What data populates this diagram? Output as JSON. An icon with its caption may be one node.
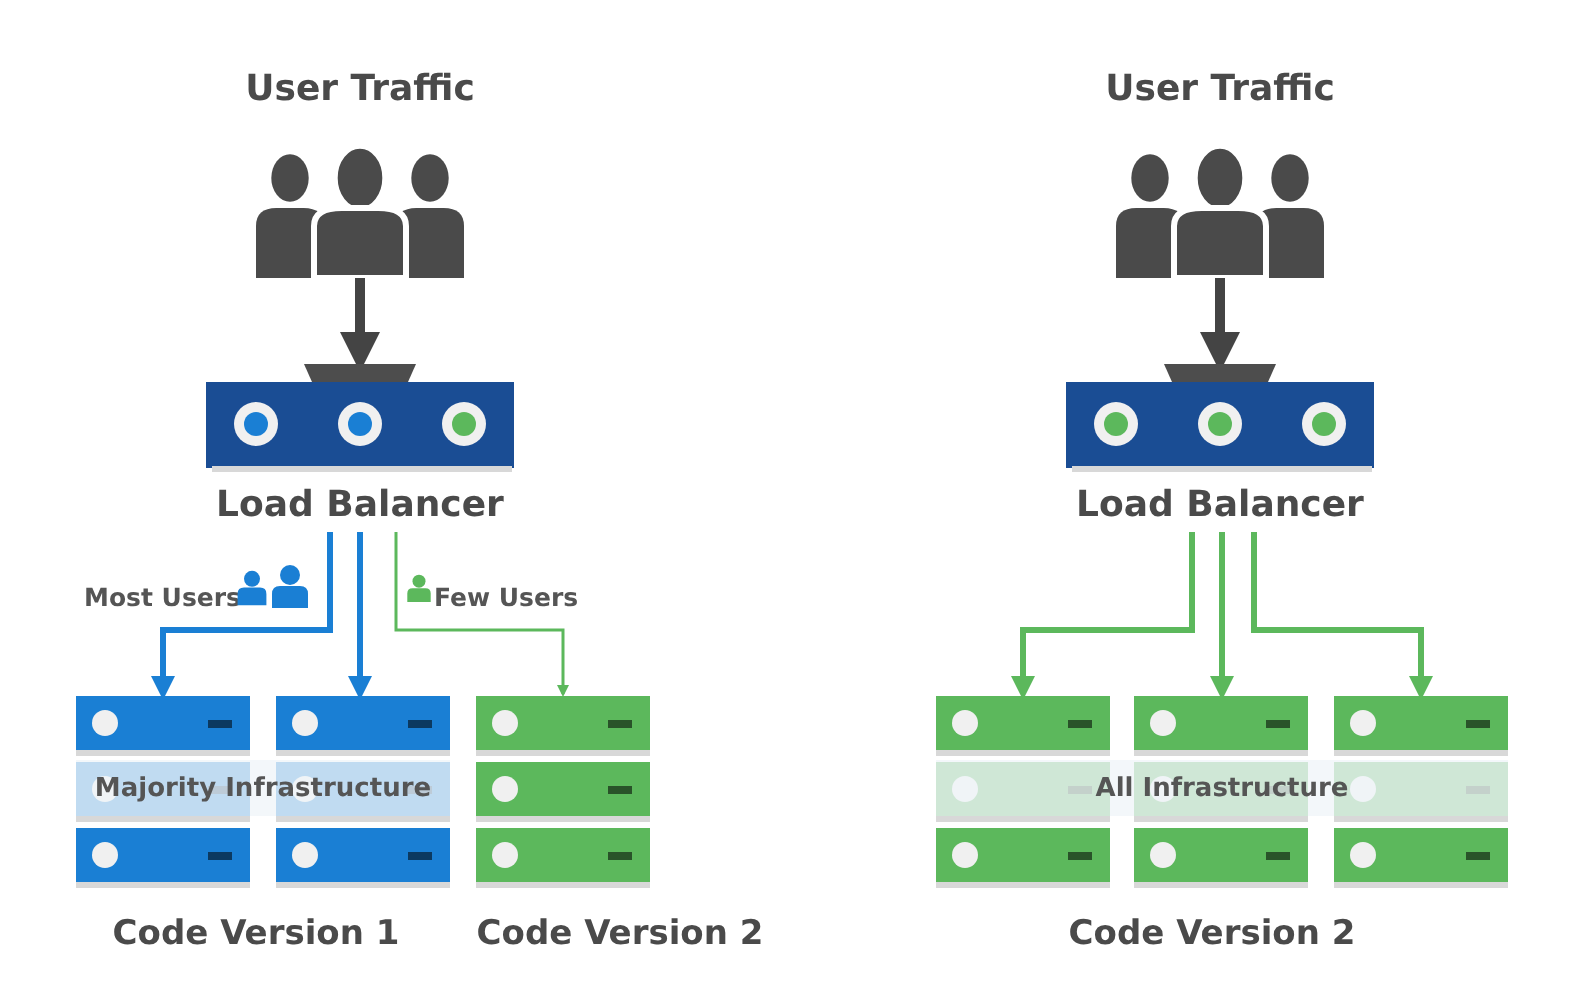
{
  "diagram": {
    "nodes": [
      {
        "text": [
          "User Traffic"
        ]
      },
      {
        "text": [
          "Load Balancer"
        ]
      },
      {
        "text": [],
        "shape": "server"
      },
      {
        "text": [],
        "shape": "server"
      },
      {
        "text": [],
        "shape": "server"
      },
      {
        "text": [
          "Majority Infrastructure"
        ]
      },
      {
        "text": [
          "User Traffic"
        ]
      },
      {
        "text": [
          "Load Balancer"
        ]
      },
      {
        "text": [],
        "shape": "server"
      },
      {
        "text": [],
        "shape": "server"
      },
      {
        "text": [],
        "shape": "server"
      },
      {
        "text": [
          "All Infrastructure"
        ]
      }
    ],
    "edges": [
      {
        "from": 0,
        "to": 1,
        "arrow": "to",
        "color": "#444444"
      },
      {
        "from": 1,
        "to": 2,
        "arrow": "to",
        "label": "Most Users",
        "color": "#1a7fd4"
      },
      {
        "from": 1,
        "to": 3,
        "arrow": "to",
        "color": "#1a7fd4"
      },
      {
        "from": 1,
        "to": 4,
        "arrow": "to",
        "label": "Few Users",
        "color": "#5cb85c"
      },
      {
        "from": 6,
        "to": 7,
        "arrow": "to",
        "color": "#444444"
      },
      {
        "from": 7,
        "to": 8,
        "arrow": "to",
        "color": "#5cb85c"
      },
      {
        "from": 7,
        "to": 9,
        "arrow": "to",
        "color": "#5cb85c"
      },
      {
        "from": 7,
        "to": 10,
        "arrow": "to",
        "color": "#5cb85c"
      }
    ],
    "labels": [
      "Code Version 1",
      "Code Version 2",
      "Code Version 2"
    ]
  }
}
